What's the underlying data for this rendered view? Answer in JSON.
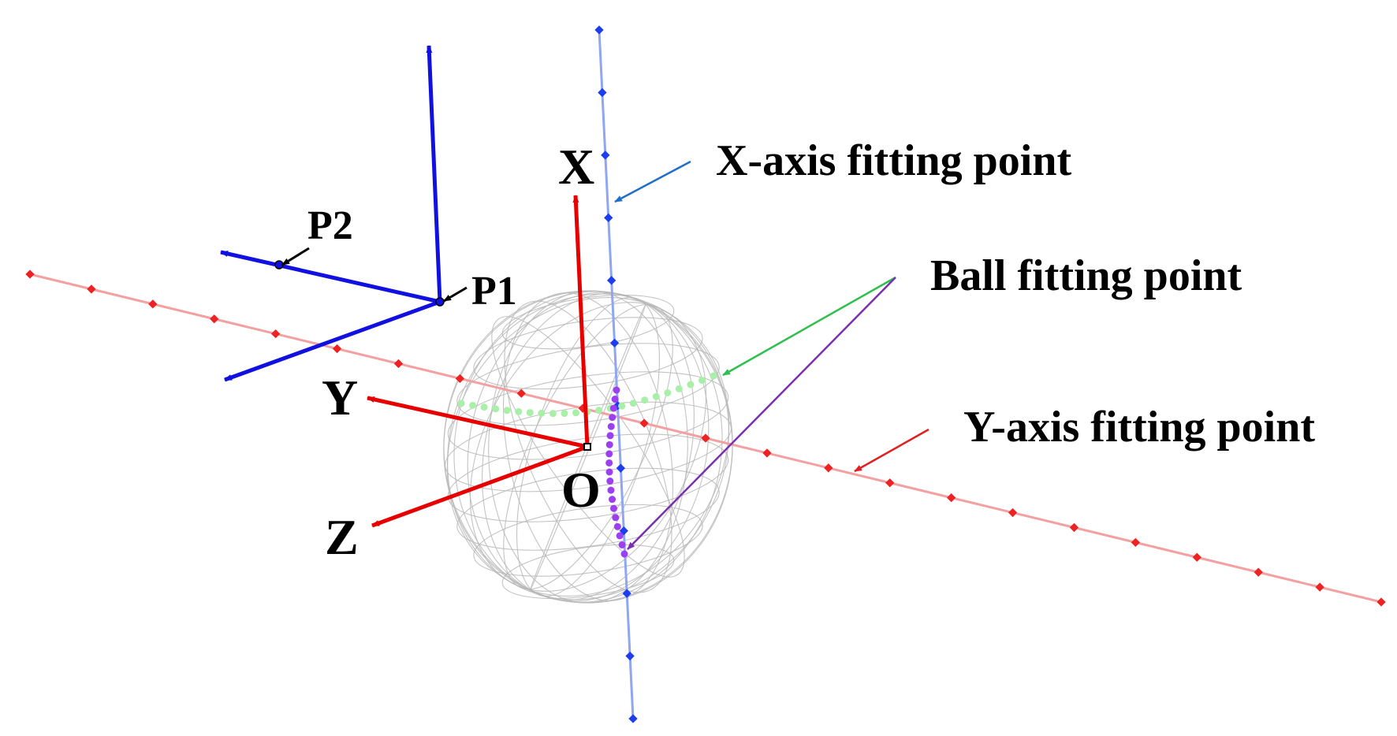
{
  "labels": {
    "x_axis": "X",
    "y_axis": "Y",
    "z_axis": "Z",
    "origin": "O",
    "p1": "P1",
    "p2": "P2",
    "x_axis_fitting": "X-axis fitting point",
    "ball_fitting": "Ball fitting point",
    "y_axis_fitting": "Y-axis fitting point"
  },
  "colors": {
    "frame_axes": "#e60000",
    "tool_frame": "#1010e0",
    "x_fit_line": "#8fa6f2",
    "x_fit_points": "#1d3df0",
    "y_fit_line": "#f4a0a0",
    "y_fit_points": "#ee2222",
    "ball_points_green": "#a8f0a8",
    "ball_points_purple": "#9b3ff0",
    "x_fit_leader": "#1f6fc8",
    "ball_leader_green": "#2fbf4f",
    "ball_leader_purple": "#7a2fb0",
    "y_fit_leader": "#e02020",
    "p_leader": "#000000",
    "sphere_mesh": "#b9b9b9"
  },
  "icons": [
    "arrow-head-icon"
  ]
}
